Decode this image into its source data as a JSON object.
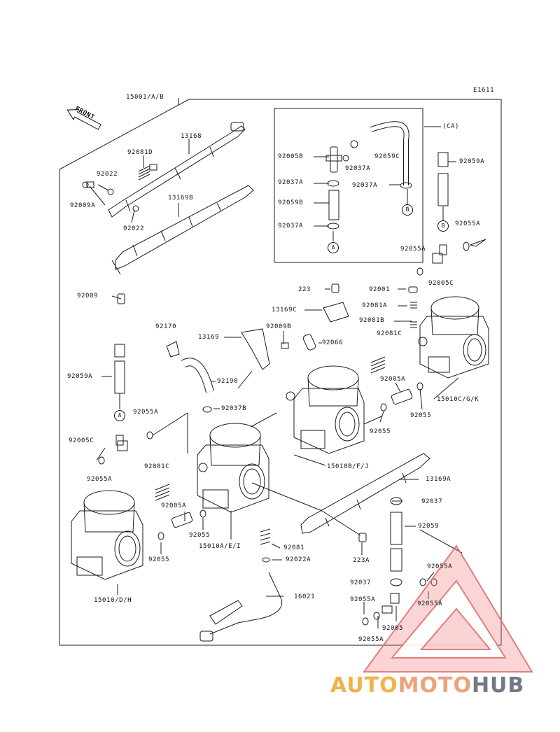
{
  "diagram_code": "E1611",
  "front_label": "FRONT",
  "callouts": {
    "c15001": "15001/A/B",
    "c13168": "13168",
    "c92081D": "92081D",
    "c92022a": "92022",
    "c92009A": "92009A",
    "c92022b": "92022",
    "c13169B": "13169B",
    "c92009": "92009",
    "c92005B": "92005B",
    "c92037Aa": "92037A",
    "c92059B": "92059B",
    "c92037Ab": "92037A",
    "c92059C": "92059C",
    "c92037Ac": "92037A",
    "c92037Ad": "92037A",
    "cCA": "(CA)",
    "c92059Aa": "92059A",
    "c92055Aa": "92055A",
    "c92055Ab": "92055A",
    "c92005C": "92005C",
    "c223": "223",
    "c92001": "92001",
    "c92081A": "92081A",
    "c13169C": "13169C",
    "c92081B": "92081B",
    "c92170": "92170",
    "c13169": "13169",
    "c92009B": "92009B",
    "c92066": "92066",
    "c92081Ca": "92081C",
    "c92059Ab": "92059A",
    "c92190": "92190",
    "c92005Aa": "92005A",
    "c92037B": "92037B",
    "c15010CGK": "15010C/G/K",
    "c92055Ac": "92055A",
    "c92055a": "92055",
    "c92055b": "92055",
    "c92005Cb": "92005C",
    "c15010BFJ": "15010B/F/J",
    "c92055Ad": "92055A",
    "c92081Cb": "92081C",
    "c13169A": "13169A",
    "c92005Ab": "92005A",
    "c92037": "92037",
    "c92055c": "92055",
    "c15010AEI": "15010A/E/I",
    "c92059": "92059",
    "c92055d": "92055",
    "c92081": "92081",
    "c223A": "223A",
    "c92022A": "92022A",
    "c15010DH": "15010/D/H",
    "c92055Ae": "92055A",
    "c92037b": "92037",
    "c92055Af": "92055A",
    "c16021": "16021",
    "c92055Ag": "92055A",
    "c92005": "92005",
    "c92055Ah": "92055A"
  },
  "markers": {
    "A1": "A",
    "B1": "B",
    "B2": "B",
    "A2": "A"
  },
  "watermark": {
    "part1": "AUTO",
    "part2": "MOTO",
    "part3": "HUB"
  }
}
